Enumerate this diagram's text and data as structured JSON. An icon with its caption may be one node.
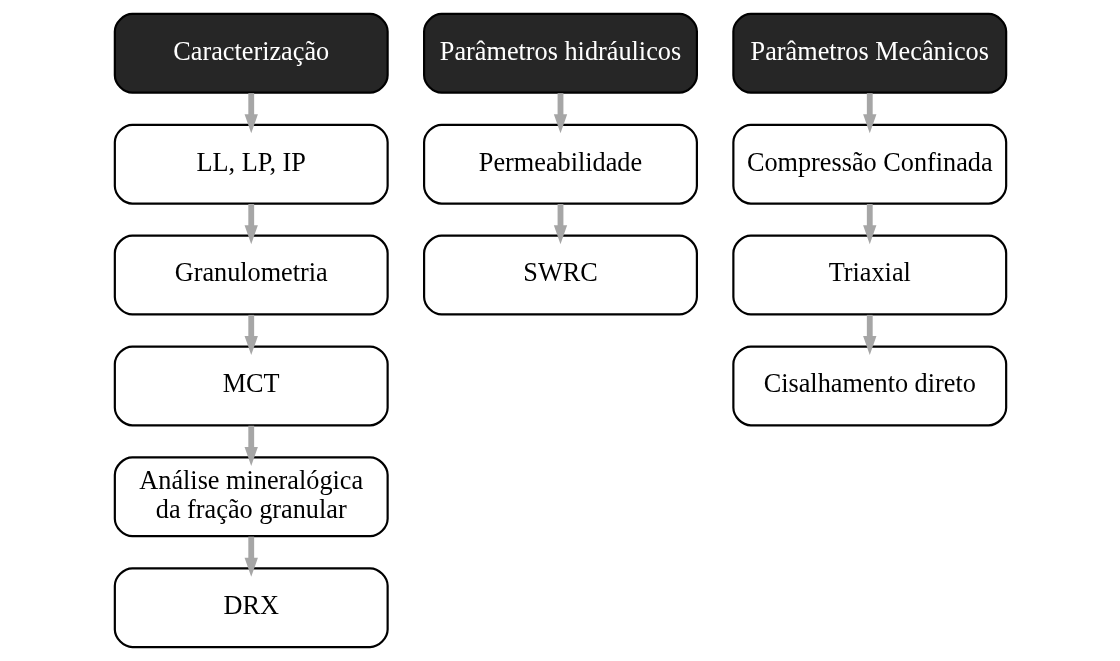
{
  "diagram": {
    "nodes": [
      {
        "text": [
          "Caracterização"
        ]
      },
      {
        "text": [
          "LL, LP, IP"
        ]
      },
      {
        "text": [
          "Granulometria"
        ]
      },
      {
        "text": [
          "MCT"
        ]
      },
      {
        "text": [
          "Análise mineralógica da fração granular"
        ]
      },
      {
        "text": [
          "DRX"
        ]
      },
      {
        "text": [
          "Parâmetros hidráulicos"
        ]
      },
      {
        "text": [
          "Permeabilidade"
        ]
      },
      {
        "text": [
          "SWRC"
        ]
      },
      {
        "text": [
          "Parâmetros Mecânicos"
        ]
      },
      {
        "text": [
          "Compressão Confinada"
        ]
      },
      {
        "text": [
          "Triaxial"
        ]
      },
      {
        "text": [
          "Cisalhamento direto"
        ]
      }
    ],
    "edges": [
      {
        "from": 0,
        "to": 1,
        "arrow": "to"
      },
      {
        "from": 1,
        "to": 2,
        "arrow": "to"
      },
      {
        "from": 2,
        "to": 3,
        "arrow": "to"
      },
      {
        "from": 3,
        "to": 4,
        "arrow": "to"
      },
      {
        "from": 4,
        "to": 5,
        "arrow": "to"
      },
      {
        "from": 6,
        "to": 7,
        "arrow": "to"
      },
      {
        "from": 7,
        "to": 8,
        "arrow": "to"
      },
      {
        "from": 9,
        "to": 10,
        "arrow": "to"
      },
      {
        "from": 10,
        "to": 11,
        "arrow": "to"
      },
      {
        "from": 11,
        "to": 12,
        "arrow": "to"
      }
    ]
  }
}
